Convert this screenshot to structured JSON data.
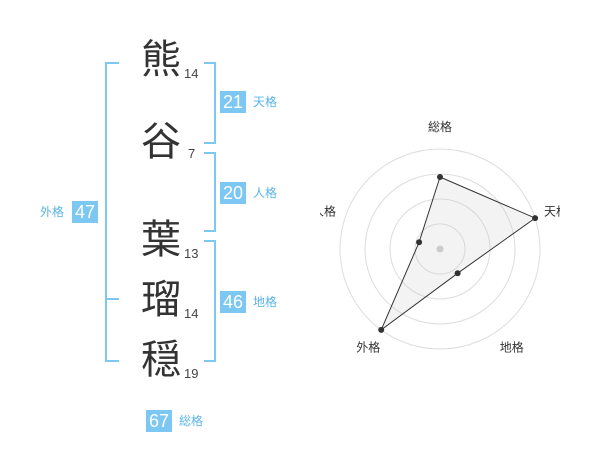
{
  "name": {
    "chars": [
      {
        "char": "熊",
        "strokes": "14"
      },
      {
        "char": "谷",
        "strokes": "7"
      },
      {
        "char": "葉",
        "strokes": "13"
      },
      {
        "char": "瑠",
        "strokes": "14"
      },
      {
        "char": "穏",
        "strokes": "19"
      }
    ]
  },
  "fortunes": {
    "tenkaku": {
      "value": "21",
      "label": "天格"
    },
    "jinkaku": {
      "value": "20",
      "label": "人格"
    },
    "chikaku": {
      "value": "46",
      "label": "地格"
    },
    "gaikaku": {
      "value": "47",
      "label": "外格"
    },
    "soukaku": {
      "value": "67",
      "label": "総格"
    }
  },
  "colors": {
    "accent": "#7cc8f2",
    "accent_text": "#5ab4e8"
  },
  "chart_data": {
    "type": "radar",
    "axes": [
      "総格",
      "天格",
      "地格",
      "外格",
      "人格"
    ],
    "values": [
      0.72,
      1.0,
      0.3,
      1.0,
      0.22
    ],
    "rings": 4
  }
}
